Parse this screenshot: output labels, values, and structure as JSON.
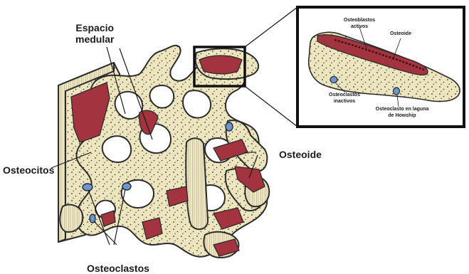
{
  "labels": {
    "espacio_medular_line1": "Espacio",
    "espacio_medular_line2": "medular",
    "osteocitos": "Osteocitos",
    "osteoide": "Osteoide",
    "osteoclastos": "Osteoclastos"
  },
  "inset": {
    "osteoblastos_activos_line1": "Osteoblastos",
    "osteoblastos_activos_line2": "activos",
    "osteoide": "Osteoide",
    "osteoclastos_inactivos_line1": "Osteoclastos",
    "osteoclastos_inactivos_line2": "inactivos",
    "osteoclasto_laguna_line1": "Osteoclasto en laguna",
    "osteoclasto_laguna_line2": "de Howship"
  },
  "colors": {
    "bone": "#ece5bd",
    "bone_outline": "#2b2b2b",
    "osteoid_red": "#a3333f",
    "cell_blue": "#6f96c6",
    "pore_dot": "#2f2f2f",
    "background": "#ffffff"
  }
}
